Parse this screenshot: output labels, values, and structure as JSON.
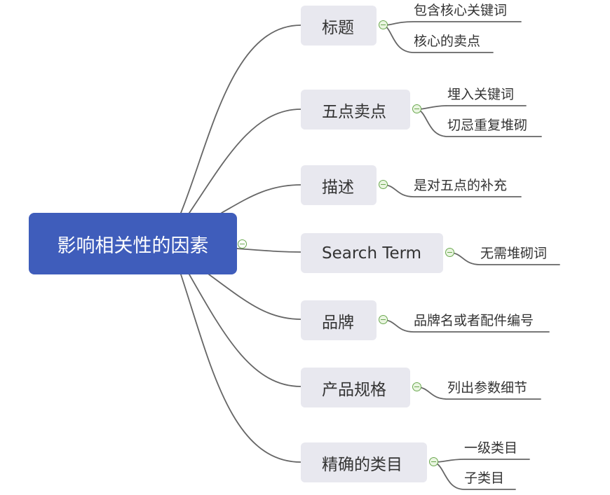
{
  "root": {
    "label": "影响相关性的因素"
  },
  "branches": [
    {
      "label": "标题",
      "children": [
        "包含核心关键词",
        "核心的卖点"
      ]
    },
    {
      "label": "五点卖点",
      "children": [
        "埋入关键词",
        "切忌重复堆砌"
      ]
    },
    {
      "label": "描述",
      "children": [
        "是对五点的补充"
      ]
    },
    {
      "label": "Search Term",
      "children": [
        "无需堆砌词"
      ]
    },
    {
      "label": "品牌",
      "children": [
        "品牌名或者配件编号"
      ]
    },
    {
      "label": "产品规格",
      "children": [
        "列出参数细节"
      ]
    },
    {
      "label": "精确的类目",
      "children": [
        "一级类目",
        "子类目"
      ]
    }
  ],
  "colors": {
    "root_bg": "#3f5dbb",
    "branch_bg": "#e8e8ef",
    "line": "#666666",
    "toggle": "#6aa84f"
  }
}
